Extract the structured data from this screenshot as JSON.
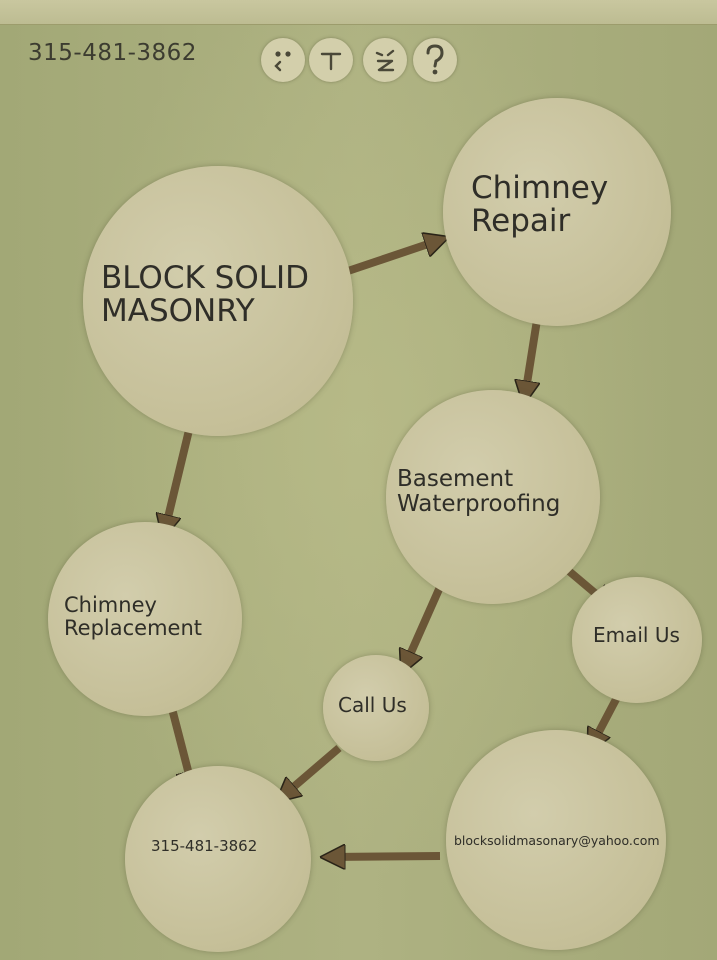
{
  "header": {
    "phone": "315-481-3862",
    "icons": [
      "smiley-icon",
      "text-face-icon",
      "wink-face-icon",
      "help-icon"
    ]
  },
  "diagram": {
    "nodes": {
      "brand": {
        "line1": "BLOCK SOLID",
        "line2": "MASONRY"
      },
      "chimney_repair": {
        "line1": "Chimney",
        "line2": "Repair"
      },
      "basement": {
        "line1": "Basement",
        "line2": "Waterproofing"
      },
      "chimney_replacement": {
        "line1": "Chimney",
        "line2": "Replacement"
      },
      "call_us": {
        "label": "Call Us"
      },
      "email_us": {
        "label": "Email Us"
      },
      "phone": {
        "label": "315-481-3862"
      },
      "email": {
        "label": "blocksolidmasonary@yahoo.com"
      }
    },
    "colors": {
      "background": "#a4aa78",
      "bubble": "#c9c39e",
      "arrow": "#6b5637",
      "text": "#2f2e28"
    }
  }
}
